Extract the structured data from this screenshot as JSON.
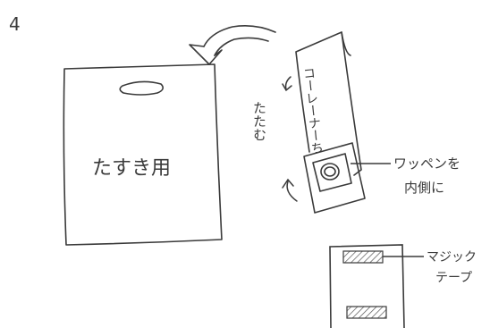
{
  "step_number": "4",
  "bag_label": "たすき用",
  "fold_instruction": "たたむ",
  "strap_text": "コーレーナーち",
  "patch_callout_line1": "ワッペンを",
  "patch_callout_line2": "内側に",
  "tape_callout_line1": "マジック",
  "tape_callout_line2": "テープ",
  "colors": {
    "ink": "#3a3a3a",
    "paper": "#ffffff",
    "hatch": "#555555"
  }
}
